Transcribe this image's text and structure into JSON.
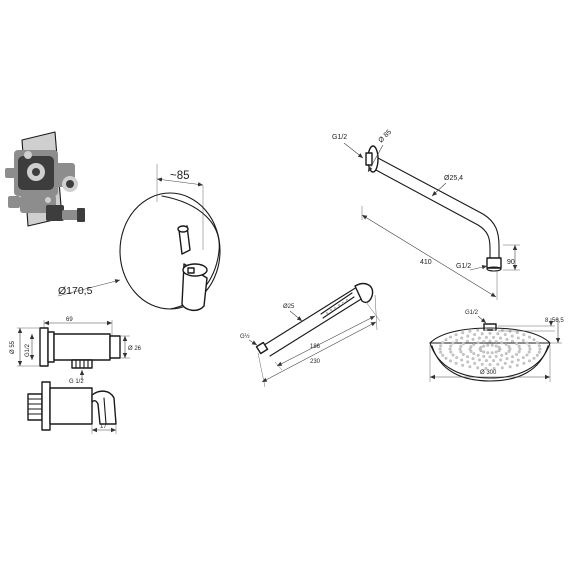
{
  "mixer": {
    "depth_label": "~85",
    "diameter_label": "Ø170,5"
  },
  "arm": {
    "thread_label": "G1/2",
    "flange_label": "Ø 85",
    "pipe_label": "Ø25,4",
    "length_label": "410",
    "outlet_thread_label": "G1/2",
    "drop_label": "90"
  },
  "handshower": {
    "diameter_label": "Ø25",
    "thread_label": "G½",
    "grip_label": "186",
    "length_label": "230"
  },
  "rainshower": {
    "thread_label": "G1/2",
    "thickness_small_label": "8",
    "thickness_label": "56,5",
    "diameter_label": "Ø 300"
  },
  "elbow": {
    "width_label": "69",
    "flange_label": "Ø 55",
    "thread_label": "G1/2",
    "outlet_thread_label": "G 1/2",
    "body_label": "Ø 26"
  },
  "holder": {
    "depth_label": "17"
  }
}
